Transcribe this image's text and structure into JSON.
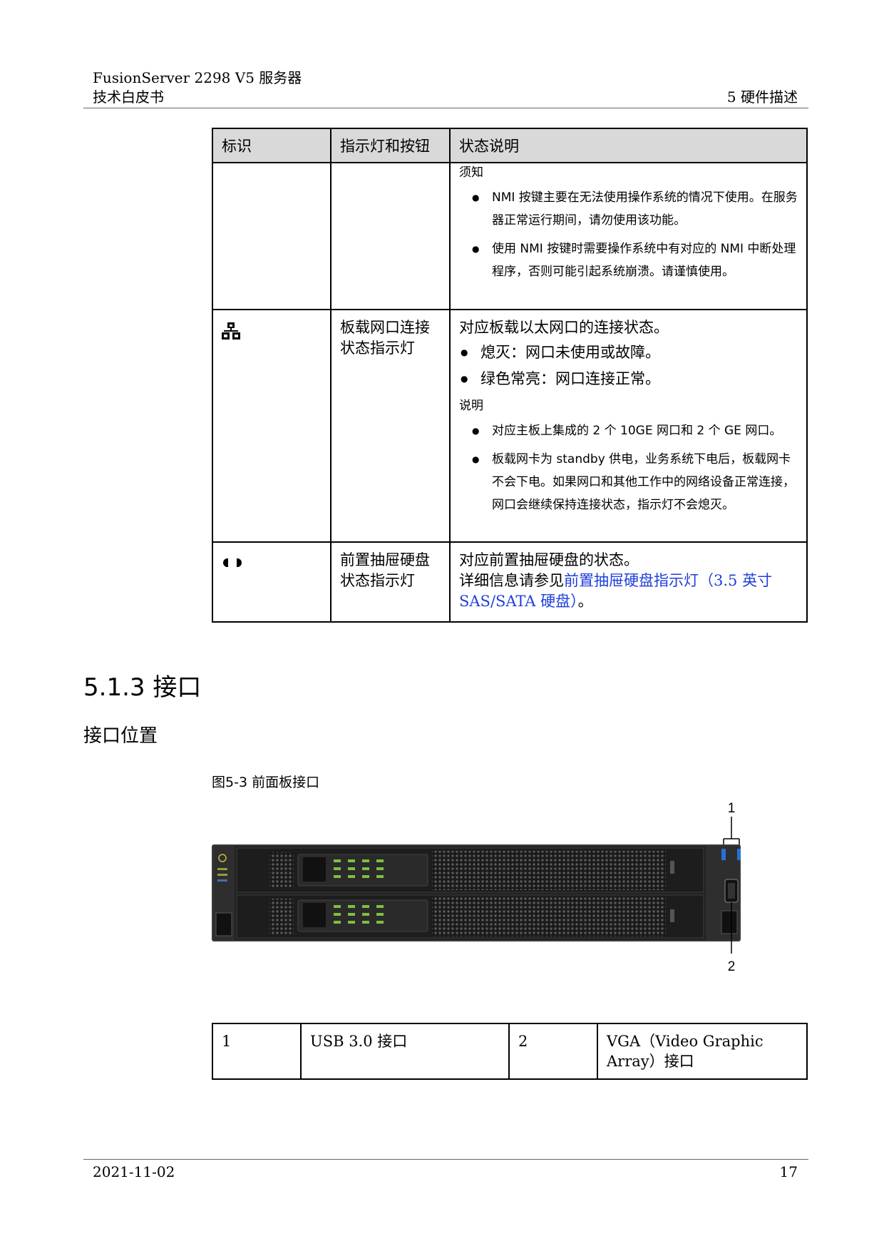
{
  "header": {
    "product": "FusionServer 2298 V5  服务器",
    "doc_type": "技术白皮书",
    "chapter": "5  硬件描述"
  },
  "table": {
    "headers": [
      "标识",
      "指示灯和按钮",
      "状态说明"
    ],
    "row1": {
      "note_title": "须知",
      "notes": [
        "NMI 按键主要在无法使用操作系统的情况下使用。在服务器正常运行期间，请勿使用该功能。",
        "使用 NMI 按键时需要操作系统中有对应的 NMI 中断处理程序，否则可能引起系统崩溃。请谨慎使用。"
      ]
    },
    "row2": {
      "icon": "network-port-icon",
      "name": "板载网口连接状态指示灯",
      "desc": "对应板载以太网口的连接状态。",
      "states": [
        "熄灭：网口未使用或故障。",
        "绿色常亮：网口连接正常。"
      ],
      "note_title": "说明",
      "notes": [
        "对应主板上集成的 2 个 10GE 网口和 2 个 GE 网口。",
        "板载网卡为 standby 供电，业务系统下电后，板载网卡不会下电。如果网口和其他工作中的网络设备正常连接，网口会继续保持连接状态，指示灯不会熄灭。"
      ]
    },
    "row3": {
      "icon": "drive-indicator-icon",
      "name": "前置抽屉硬盘状态指示灯",
      "desc": "对应前置抽屉硬盘的状态。",
      "detail_prefix": "详细信息请参见",
      "detail_link": "前置抽屉硬盘指示灯（3.5 英寸 SAS/SATA 硬盘）",
      "detail_suffix": "。"
    }
  },
  "section": {
    "heading": "5.1.3 接口",
    "subheading": "接口位置",
    "figure_caption": "图5-3 前面板接口",
    "callout_1": "1",
    "callout_2": "2"
  },
  "legend": {
    "n1": "1",
    "l1": "USB 3.0 接口",
    "n2": "2",
    "l2": "VGA（Video Graphic Array）接口"
  },
  "footer": {
    "date": "2021-11-02",
    "page": "17"
  },
  "colors": {
    "link": "#1f3fd9",
    "header_fill": "#d9d9d9",
    "usb_blue": "#2a6fd6"
  }
}
